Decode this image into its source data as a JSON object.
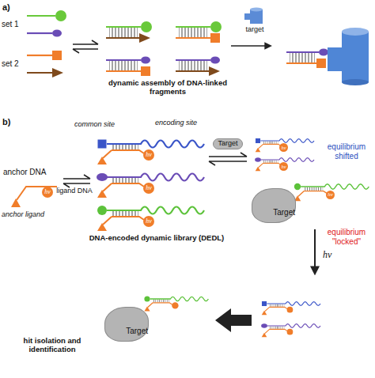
{
  "diagram": {
    "nodes": [
      {
        "text": [
          "hν"
        ]
      },
      {
        "text": [
          "hν"
        ]
      },
      {
        "text": [
          "hν"
        ]
      },
      {
        "text": [
          "hν"
        ]
      },
      {
        "text": [
          "Target"
        ]
      },
      {
        "text": [
          "hν"
        ]
      },
      {
        "text": [
          "hν"
        ]
      },
      {
        "text": [
          "Target"
        ]
      },
      {
        "text": [
          "hν"
        ]
      },
      {
        "text": [
          "Target"
        ]
      }
    ],
    "labels": [
      "a)",
      "set 1",
      "set 2",
      "dynamic assembly of DNA-linked fragments",
      "target",
      "b)",
      "common site",
      "encoding site",
      "anchor DNA",
      "anchor ligand",
      "ligand DNA",
      "equilibrium shifted",
      "DNA-encoded dynamic library (DEDL)",
      "equilibrium \"locked\"",
      "hν",
      "hit isolation and identification"
    ]
  }
}
